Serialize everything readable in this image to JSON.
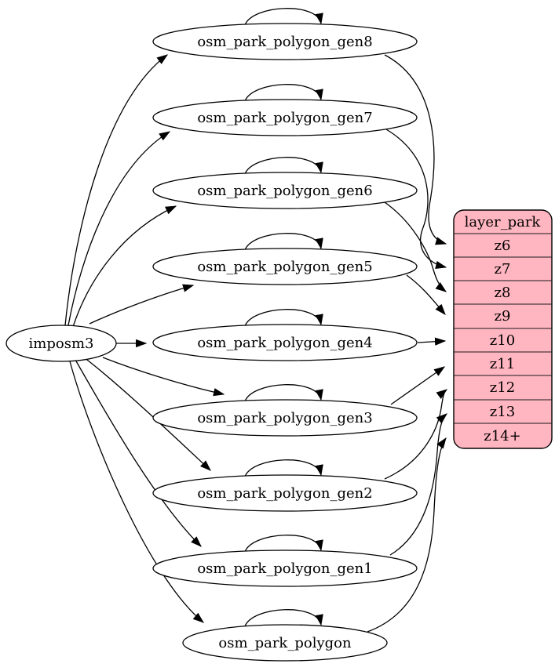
{
  "diagram": {
    "type": "graphviz-etl-dependency-graph",
    "background": "#ffffff",
    "stroke_color": "#000000",
    "source": {
      "label": "imposm3"
    },
    "tables": [
      {
        "label": "osm_park_polygon_gen8"
      },
      {
        "label": "osm_park_polygon_gen7"
      },
      {
        "label": "osm_park_polygon_gen6"
      },
      {
        "label": "osm_park_polygon_gen5"
      },
      {
        "label": "osm_park_polygon_gen4"
      },
      {
        "label": "osm_park_polygon_gen3"
      },
      {
        "label": "osm_park_polygon_gen2"
      },
      {
        "label": "osm_park_polygon_gen1"
      },
      {
        "label": "osm_park_polygon"
      }
    ],
    "layer": {
      "title": "layer_park",
      "fill": "#ffb6c1",
      "rows": [
        "z6",
        "z7",
        "z8",
        "z9",
        "z10",
        "z11",
        "z12",
        "z13",
        "z14+"
      ]
    },
    "edges": [
      {
        "from": "imposm3",
        "to": "osm_park_polygon_gen8"
      },
      {
        "from": "imposm3",
        "to": "osm_park_polygon_gen7"
      },
      {
        "from": "imposm3",
        "to": "osm_park_polygon_gen6"
      },
      {
        "from": "imposm3",
        "to": "osm_park_polygon_gen5"
      },
      {
        "from": "imposm3",
        "to": "osm_park_polygon_gen4"
      },
      {
        "from": "imposm3",
        "to": "osm_park_polygon_gen3"
      },
      {
        "from": "imposm3",
        "to": "osm_park_polygon_gen2"
      },
      {
        "from": "imposm3",
        "to": "osm_park_polygon_gen1"
      },
      {
        "from": "imposm3",
        "to": "osm_park_polygon"
      },
      {
        "from": "osm_park_polygon_gen8",
        "to": "osm_park_polygon_gen8",
        "type": "self-loop"
      },
      {
        "from": "osm_park_polygon_gen7",
        "to": "osm_park_polygon_gen7",
        "type": "self-loop"
      },
      {
        "from": "osm_park_polygon_gen6",
        "to": "osm_park_polygon_gen6",
        "type": "self-loop"
      },
      {
        "from": "osm_park_polygon_gen5",
        "to": "osm_park_polygon_gen5",
        "type": "self-loop"
      },
      {
        "from": "osm_park_polygon_gen4",
        "to": "osm_park_polygon_gen4",
        "type": "self-loop"
      },
      {
        "from": "osm_park_polygon_gen3",
        "to": "osm_park_polygon_gen3",
        "type": "self-loop"
      },
      {
        "from": "osm_park_polygon_gen2",
        "to": "osm_park_polygon_gen2",
        "type": "self-loop"
      },
      {
        "from": "osm_park_polygon_gen1",
        "to": "osm_park_polygon_gen1",
        "type": "self-loop"
      },
      {
        "from": "osm_park_polygon",
        "to": "osm_park_polygon",
        "type": "self-loop"
      },
      {
        "from": "osm_park_polygon_gen8",
        "to": "layer_park.z6"
      },
      {
        "from": "osm_park_polygon_gen7",
        "to": "layer_park.z7"
      },
      {
        "from": "osm_park_polygon_gen6",
        "to": "layer_park.z8"
      },
      {
        "from": "osm_park_polygon_gen5",
        "to": "layer_park.z9"
      },
      {
        "from": "osm_park_polygon_gen4",
        "to": "layer_park.z10"
      },
      {
        "from": "osm_park_polygon_gen3",
        "to": "layer_park.z11"
      },
      {
        "from": "osm_park_polygon_gen2",
        "to": "layer_park.z12"
      },
      {
        "from": "osm_park_polygon_gen1",
        "to": "layer_park.z13"
      },
      {
        "from": "osm_park_polygon",
        "to": "layer_park.z14+"
      }
    ]
  }
}
